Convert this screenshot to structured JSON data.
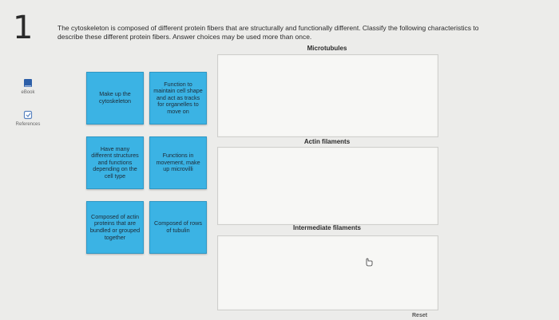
{
  "question": {
    "number": "1",
    "prompt": "The cytoskeleton is composed of different protein fibers that are structurally and functionally different. Classify the following characteristics to describe these different protein fibers. Answer choices may be used more than once."
  },
  "sidebar": {
    "ebook_label": "eBook",
    "references_label": "References"
  },
  "tiles": [
    {
      "text": "Make up the cytoskeleton"
    },
    {
      "text": "Function to maintain cell shape and act as tracks for organelles to move on"
    },
    {
      "text": "Have many different structures and functions depending on the cell type"
    },
    {
      "text": "Functions in movement, make up microvilli"
    },
    {
      "text": "Composed of actin proteins that are bundled or grouped together"
    },
    {
      "text": "Composed of rows of tubulin"
    }
  ],
  "zones": {
    "microtubules": "Microtubules",
    "actin": "Actin filaments",
    "intermediate": "Intermediate filaments"
  },
  "controls": {
    "reset": "Reset"
  },
  "colors": {
    "tile": "#3bb3e4",
    "background": "#ececea"
  }
}
